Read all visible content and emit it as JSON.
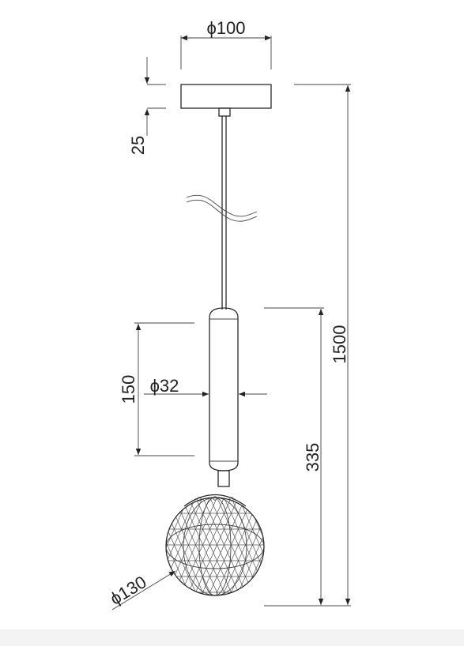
{
  "drawing": {
    "type": "technical-dimension-drawing",
    "subject": "pendant lamp",
    "dimensions": {
      "canopy_diameter": "ϕ100",
      "canopy_height": "25",
      "overall_height": "1500",
      "body_length": "150",
      "body_diameter": "ϕ32",
      "lamp_drop": "335",
      "globe_diameter": "ϕ130"
    }
  }
}
